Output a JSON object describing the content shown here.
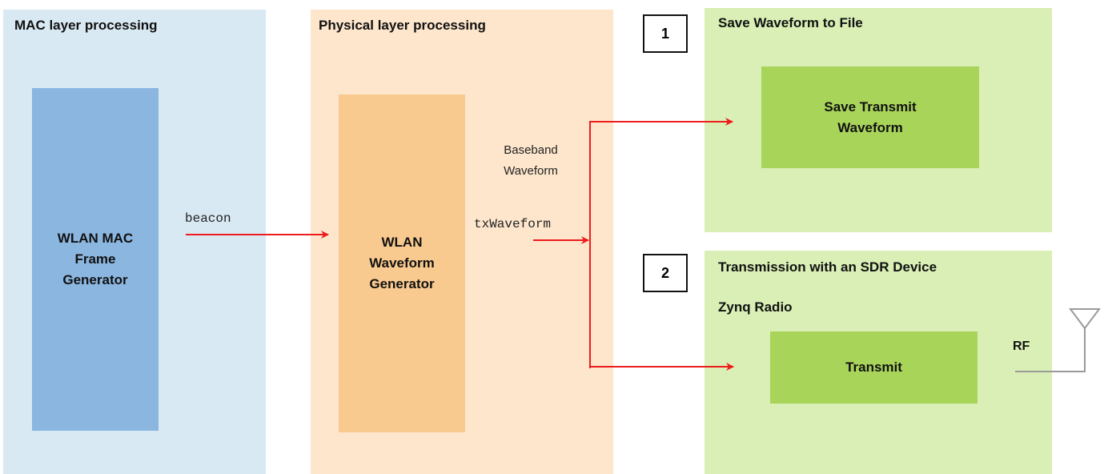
{
  "panels": {
    "mac": {
      "title": "MAC layer processing"
    },
    "phy": {
      "title": "Physical layer processing"
    },
    "save": {
      "title": "Save Waveform to File"
    },
    "sdr": {
      "title": "Transmission with an SDR Device",
      "subtitle": "Zynq Radio"
    }
  },
  "blocks": {
    "mac_generator": "WLAN MAC\nFrame\nGenerator",
    "waveform_generator": "WLAN\nWaveform\nGenerator",
    "save_transmit": "Save Transmit\nWaveform",
    "transmit": "Transmit"
  },
  "signals": {
    "beacon": "beacon",
    "tx_waveform": "txWaveform",
    "baseband": "Baseband\nWaveform",
    "rf": "RF"
  },
  "options": {
    "one": "1",
    "two": "2"
  },
  "colors": {
    "mac_panel": "#d9e9f3",
    "mac_block": "#8bb6e0",
    "phy_panel": "#fde6cc",
    "phy_block": "#f9ca8f",
    "green_panel": "#d9efb5",
    "green_block": "#a8d45a",
    "arrow": "#ee1c1c",
    "antenna": "#9a9a9a"
  }
}
